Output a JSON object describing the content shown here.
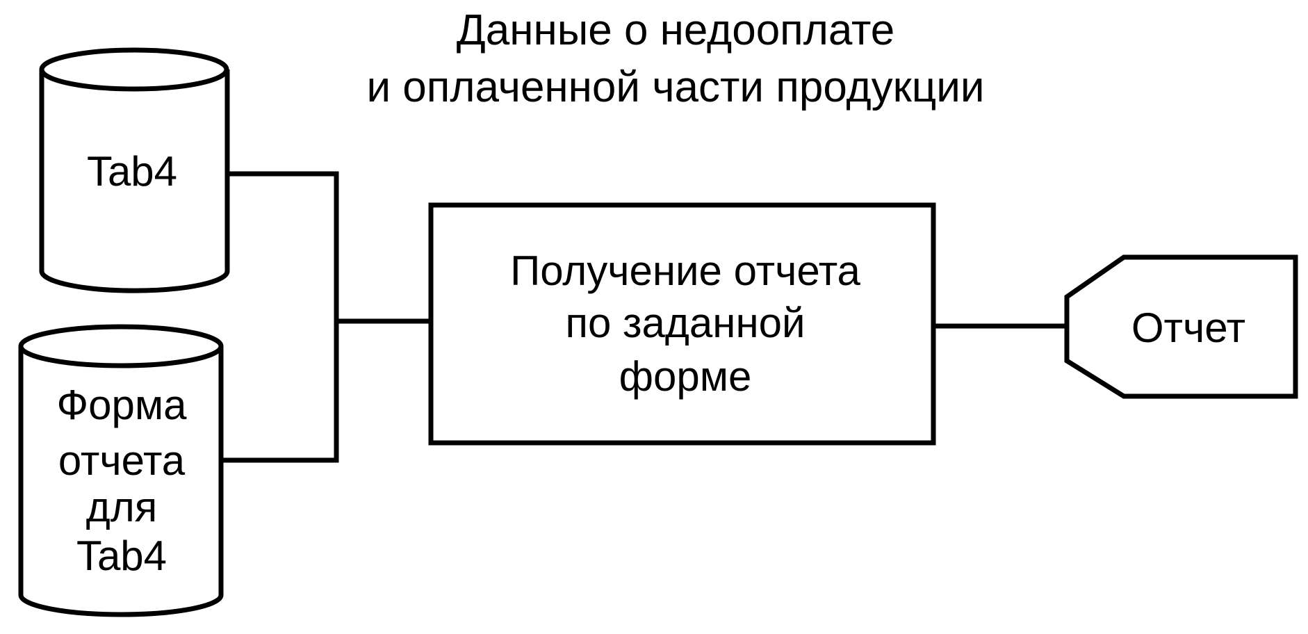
{
  "title": {
    "line1": "Данные о недооплате",
    "line2": "и оплаченной части продукции"
  },
  "nodes": {
    "tab4_db": {
      "label": "Tab4"
    },
    "form_db": {
      "line1": "Форма",
      "line2": "отчета",
      "line3": "для",
      "line4": "Tab4"
    },
    "process": {
      "line1": "Получение отчета",
      "line2": "по заданной",
      "line3": "форме"
    },
    "report": {
      "label": "Отчет"
    }
  }
}
